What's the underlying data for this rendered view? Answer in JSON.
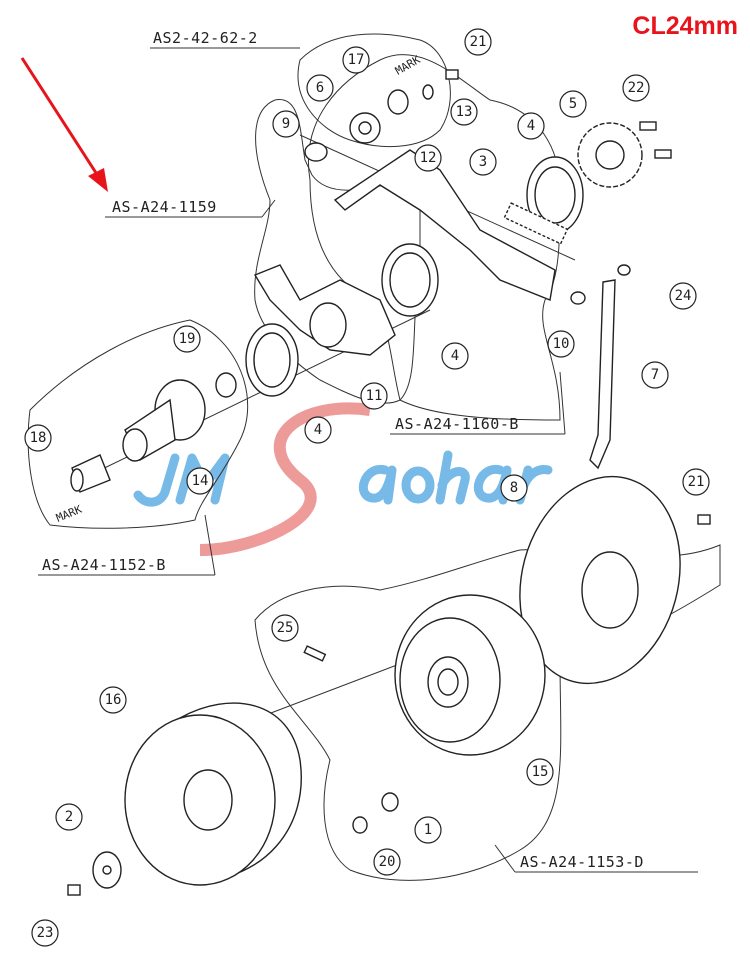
{
  "header": {
    "size_label": "CL24mm"
  },
  "assemblies": {
    "a1": "AS2-42-62-2",
    "a2": "AS-A24-1159",
    "a3": "AS-A24-1160-B",
    "a4": "AS-A24-1152-B",
    "a5": "AS-A24-1153-D"
  },
  "marks": {
    "m1": "MARK",
    "m2": "MARK"
  },
  "callouts": [
    "21",
    "17",
    "6",
    "13",
    "22",
    "9",
    "5",
    "4",
    "12",
    "3",
    "24",
    "10",
    "4",
    "7",
    "11",
    "19",
    "4",
    "18",
    "14",
    "8",
    "21",
    "25",
    "16",
    "15",
    "2",
    "1",
    "20",
    "23"
  ],
  "watermark": {
    "text": "JMSaohar"
  },
  "colors": {
    "accent_red": "#e8141b",
    "watermark_blue": "#4aa3e0",
    "watermark_red": "#e87a78"
  }
}
